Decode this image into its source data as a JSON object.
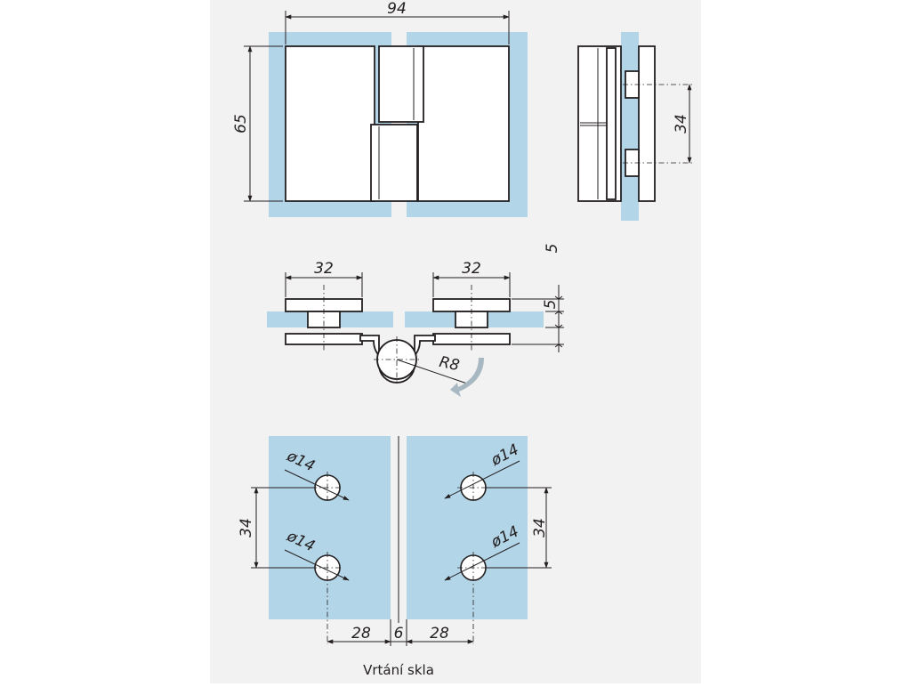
{
  "colors": {
    "panel_background": "#f2f2f2",
    "glass": "#b3d5e8",
    "line": "#231f20",
    "arrow": "#a8b8c2"
  },
  "icons": {
    "rotation_arrow": "curved-arrow-icon"
  },
  "front_view": {
    "width_label": "94",
    "height_label": "65"
  },
  "side_view": {
    "hole_spacing_label": "34"
  },
  "top_view": {
    "left_plate_label": "32",
    "right_plate_label": "32",
    "glass_thickness_label": "5",
    "thickness_label_outside": "5",
    "radius_label": "R8"
  },
  "drilling": {
    "hole_diameter_labels": [
      "ø14",
      "ø14",
      "ø14",
      "ø14"
    ],
    "left_spacing_label": "34",
    "right_spacing_label": "34",
    "left_edge_label": "28",
    "gap_label": "6",
    "right_edge_label": "28",
    "caption": "Vrtání skla"
  }
}
